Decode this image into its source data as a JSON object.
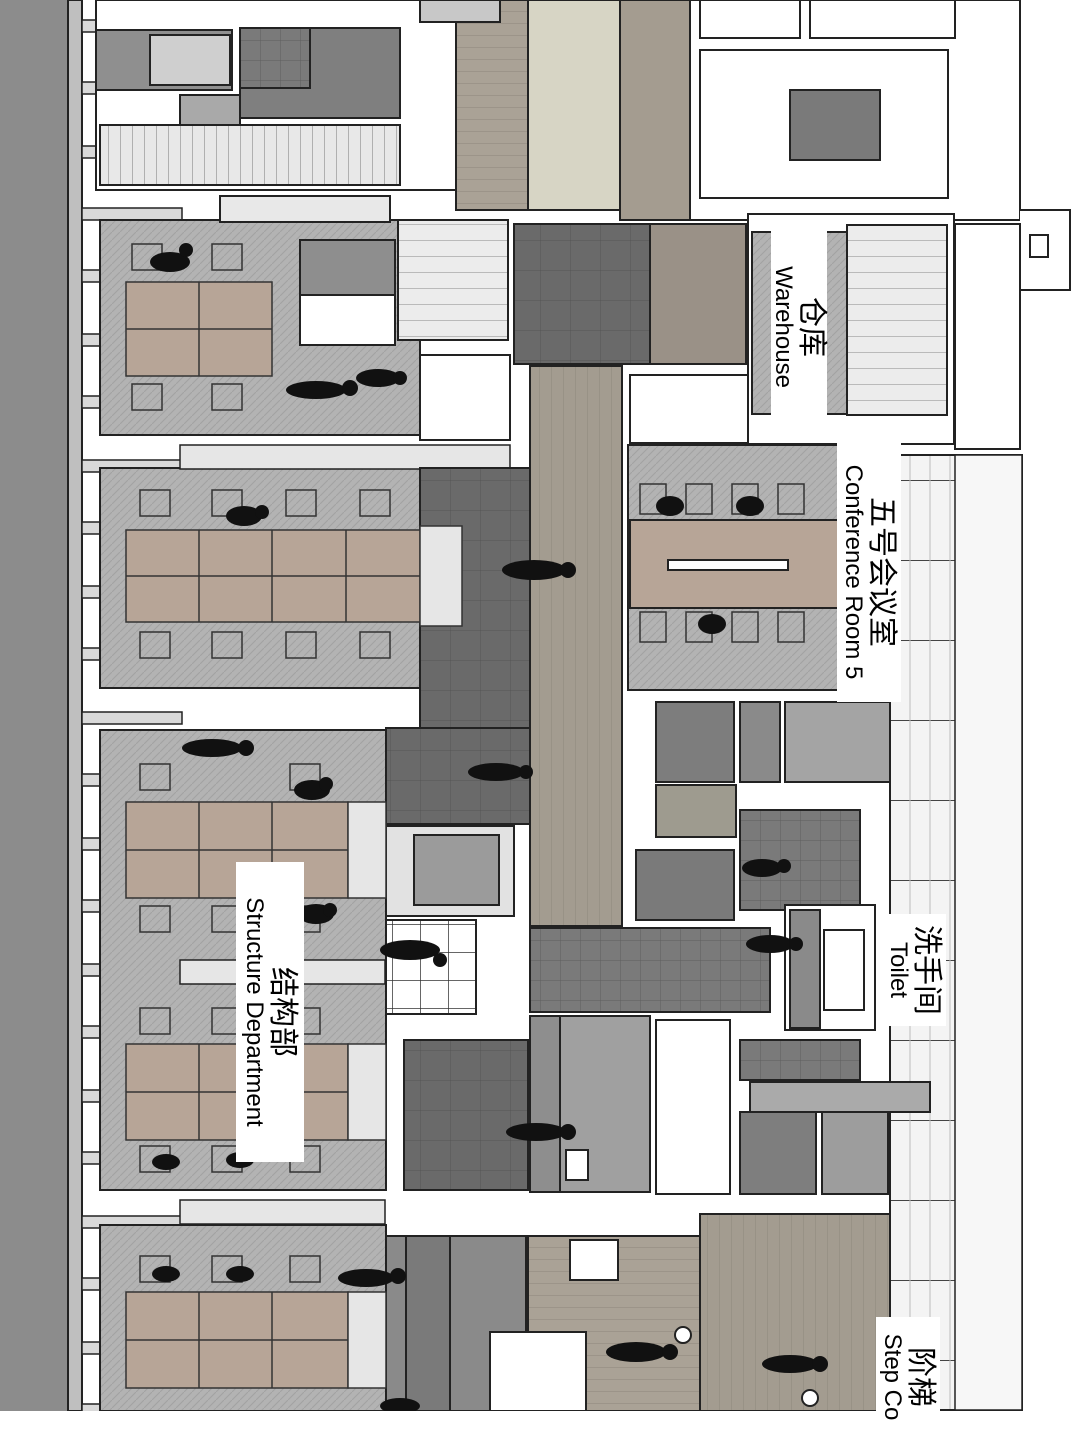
{
  "labels": {
    "warehouse": {
      "zh": "仓库",
      "en": "Warehouse"
    },
    "conference": {
      "zh": "五号会议室",
      "en": "Conference Room 5"
    },
    "toilet": {
      "zh": "洗手间",
      "en": "Toilet"
    },
    "structure": {
      "zh": "结构部",
      "en": "Structure Department"
    },
    "step": {
      "zh": "阶梯",
      "en": "Step Co"
    }
  },
  "colors": {
    "wall": "#ffffff",
    "outline": "#222222",
    "floor_dark": "#6e6e6e",
    "floor_mid": "#9a9a9a",
    "floor_light": "#c9c9c9",
    "desk": "#b7a597",
    "wood": "#a9a196",
    "cream": "#d8d6c7",
    "figure": "#111111"
  }
}
